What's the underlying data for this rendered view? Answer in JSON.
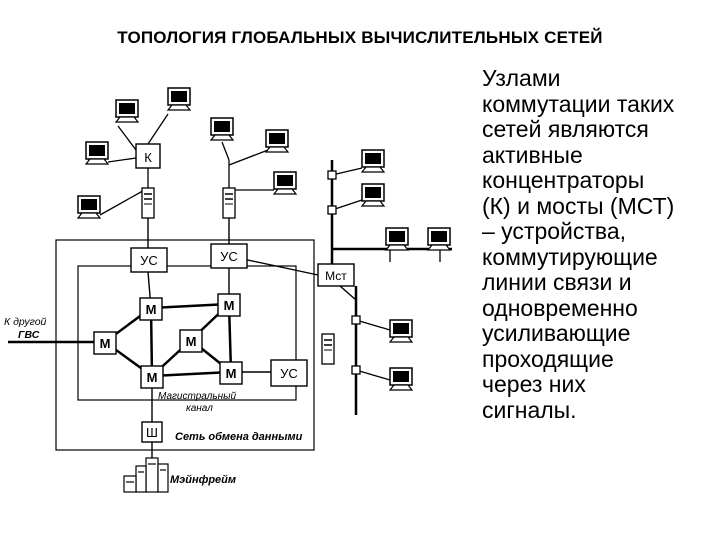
{
  "title": "ТОПОЛОГИЯ ГЛОБАЛЬНЫХ ВЫЧИСЛИТЕЛЬНЫХ СЕТЕЙ",
  "description_lines": [
    "Узлами",
    "коммутации таких",
    "сетей являются",
    "активные",
    "концентраторы",
    "(К) и мосты (МСТ)",
    "– устройства,",
    "коммутирующие",
    "линии связи и",
    "одновременно",
    "усиливающие",
    "проходящие",
    "через них",
    "сигналы."
  ],
  "diagram": {
    "concentrator": "К",
    "switch_nodes": [
      "УС",
      "УС",
      "УС"
    ],
    "router_node": "М",
    "bridge": "Мст",
    "gateway": "Ш",
    "external_link": [
      "К другой",
      "ГВС"
    ],
    "backbone": [
      "Магистральный",
      "канал"
    ],
    "network_label": "Сеть обмена данными",
    "mainframe": "Мэйнфрейм"
  }
}
